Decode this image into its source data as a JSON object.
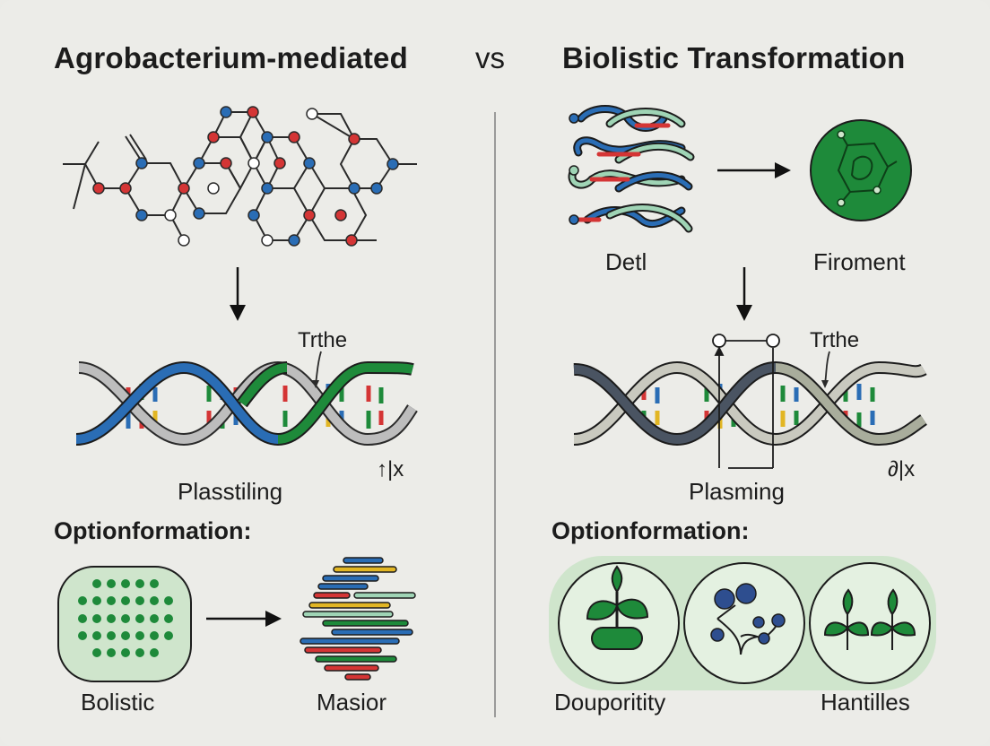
{
  "header": {
    "left_title": "Agrobacterium-mediated",
    "vs": "vs",
    "right_title": "Biolistic Transformation"
  },
  "left": {
    "dna_label": "Trthe",
    "plasmid_label": "Plasstiling",
    "corner_mark": "↑|x",
    "section_heading": "Optionformation:",
    "bottom_left_label": "Bolistic",
    "bottom_right_label": "Masior"
  },
  "right": {
    "strands_label": "Detl",
    "cell_label": "Firoment",
    "dna_label": "Trthe",
    "plasmid_label": "Plasming",
    "corner_mark": "∂|x",
    "section_heading": "Optionformation:",
    "bottom_left_label": "Douporitity",
    "bottom_right_label": "Hantilles"
  },
  "colors": {
    "blue": "#2a6db5",
    "red": "#d43535",
    "green": "#1e8a3a",
    "light_green": "#cfe5cc",
    "gray_strand": "#b8b8b8",
    "dark_strand": "#4a5462",
    "text": "#1c1c1c"
  }
}
